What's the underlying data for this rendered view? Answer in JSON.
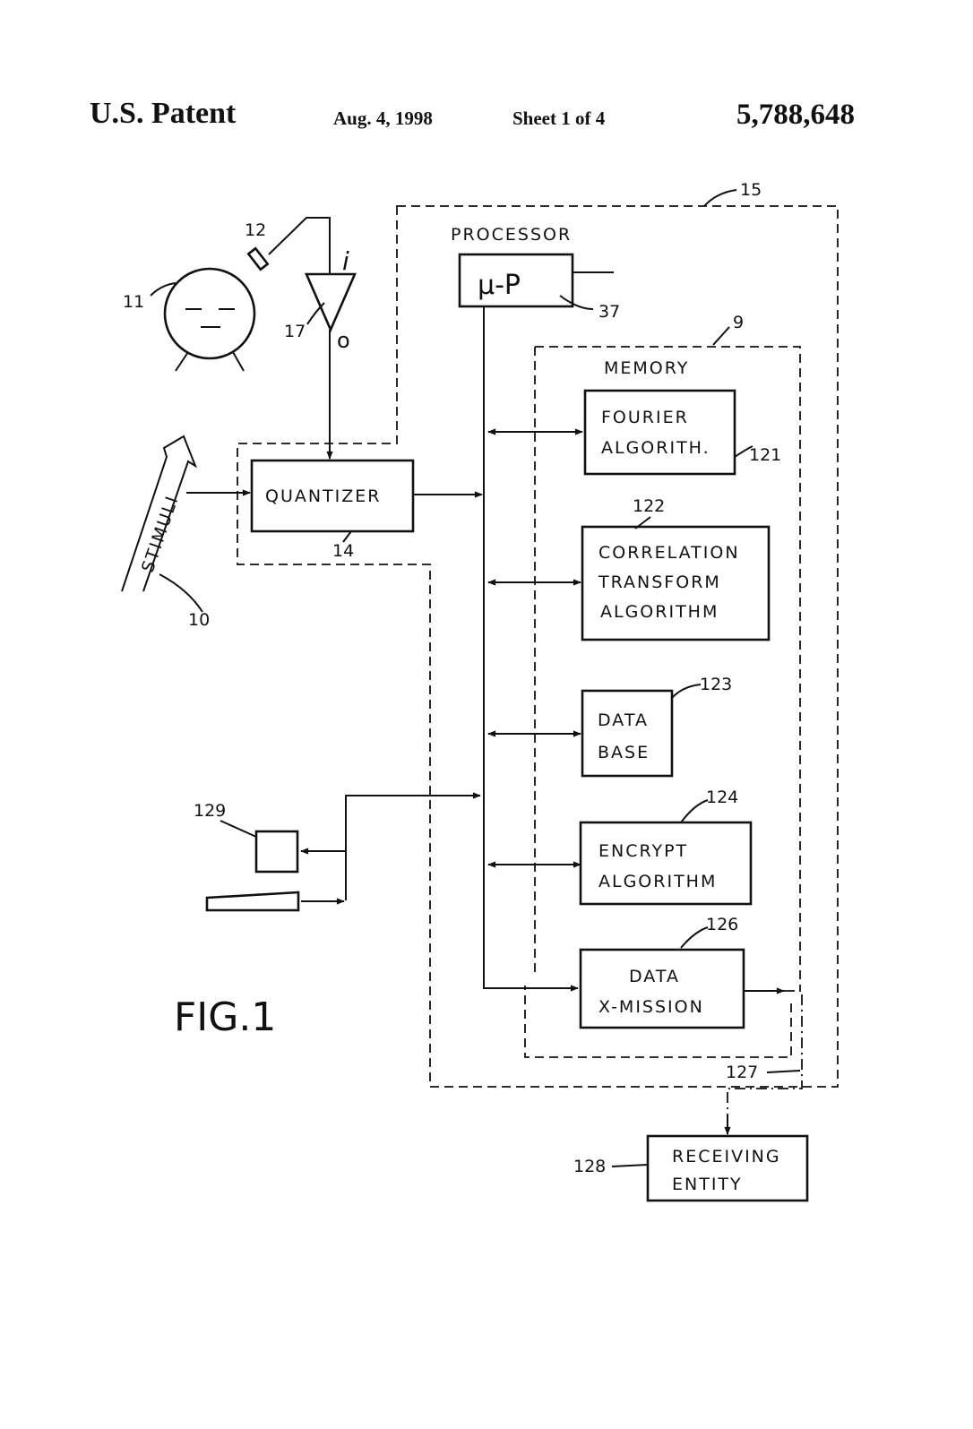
{
  "header": {
    "patent_label": "U.S. Patent",
    "date": "Aug. 4, 1998",
    "sheet": "Sheet 1 of 4",
    "patent_number": "5,788,648"
  },
  "diagram": {
    "processor_label": "PROCESSOR",
    "mu_p": "μ-P",
    "memory_label": "MEMORY",
    "quantizer": "QUANTIZER",
    "stimuli": "STIMULI",
    "amp_in": "i",
    "amp_out": "o",
    "fourier": [
      "FOURIER",
      "ALGORITH."
    ],
    "correlation": [
      "CORRELATION",
      "TRANSFORM",
      "ALGORITHM"
    ],
    "database": [
      "DATA",
      "BASE"
    ],
    "encrypt": [
      "ENCRYPT",
      "ALGORITHM"
    ],
    "xmission": [
      "DATA",
      "X-MISSION"
    ],
    "receiving": [
      "RECEIVING",
      "ENTITY"
    ],
    "fig_label": "FIG.1",
    "refs": {
      "r15": "15",
      "r12": "12",
      "r11": "11",
      "r17": "17",
      "r37": "37",
      "r9": "9",
      "r121": "121",
      "r122": "122",
      "r14": "14",
      "r10": "10",
      "r123": "123",
      "r129": "129",
      "r124": "124",
      "r126": "126",
      "r127": "127",
      "r128": "128"
    }
  }
}
